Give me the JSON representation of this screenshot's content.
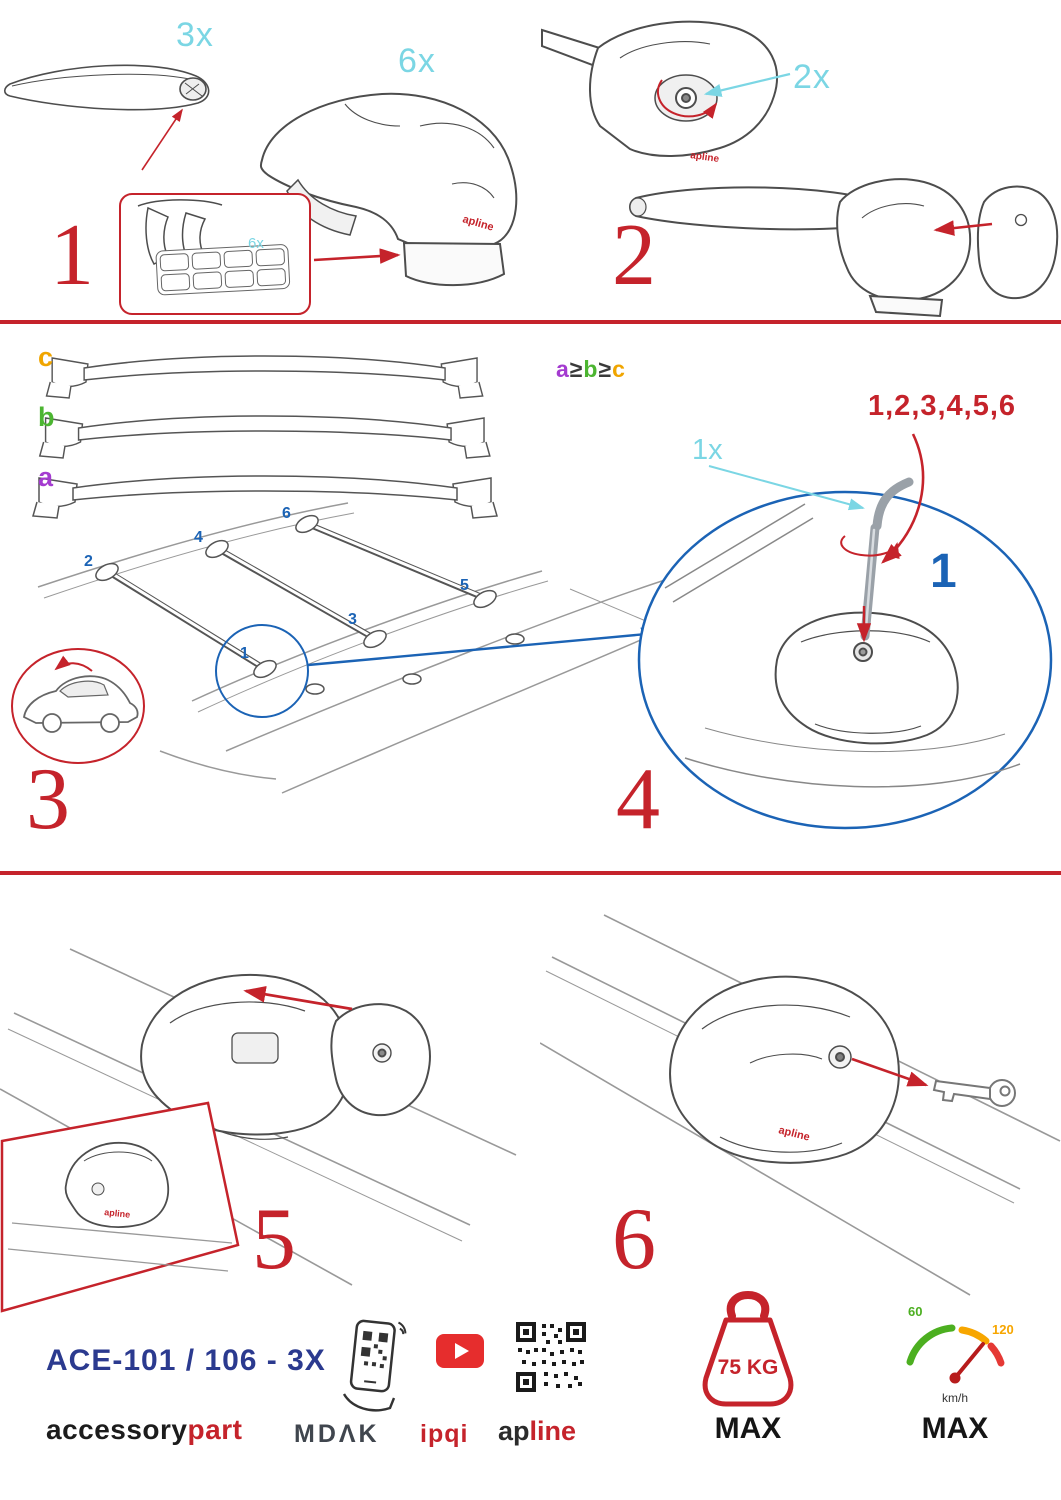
{
  "colors": {
    "red": "#c5232b",
    "cyan": "#7bd6e4",
    "blue": "#1b63b5",
    "navy": "#2b3a8f",
    "purple": "#a43bd0",
    "green": "#4cb531",
    "orange": "#f0a500"
  },
  "brand": {
    "small_logo": "apline"
  },
  "step1": {
    "number": "1",
    "bar_qty": "3x",
    "foot_qty": "6x",
    "pad_qty": "6x"
  },
  "step2": {
    "number": "2",
    "lock_qty": "2x"
  },
  "step3": {
    "number": "3",
    "bar_c": "c",
    "bar_b": "b",
    "bar_a": "a",
    "order_a": "a",
    "order_ge1": "≥",
    "order_b": "b",
    "order_ge2": "≥",
    "order_c": "c",
    "roof_positions": [
      "1",
      "2",
      "3",
      "4",
      "5",
      "6"
    ]
  },
  "step4": {
    "number": "4",
    "tool_qty": "1x",
    "sequence": "1,2,3,4,5,6",
    "highlight": "1"
  },
  "step5": {
    "number": "5"
  },
  "step6": {
    "number": "6"
  },
  "footer": {
    "model": "ACE-101 / 106 - 3X",
    "brand_accessory": "accessory",
    "brand_part": "part",
    "mdak": "MDΛK",
    "ipqi": "ipqi",
    "apline_ap": "ap",
    "apline_line": "line",
    "weight_value": "75 KG",
    "weight_max": "MAX",
    "speed_low": "60",
    "speed_high": "120",
    "speed_unit": "km/h",
    "speed_max": "MAX"
  }
}
